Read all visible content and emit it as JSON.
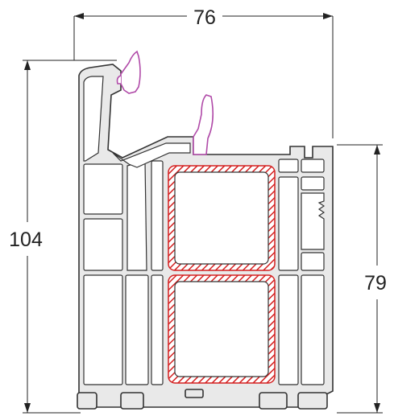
{
  "diagram": {
    "dimensions": {
      "width_top": "76",
      "height_left": "104",
      "height_right": "79"
    },
    "colors": {
      "profile_outline": "#333333",
      "profile_fill": "#e9e9e9",
      "steel_reinforcement": "#d42020",
      "gasket": "#b04aa8",
      "dimension_line": "#222222"
    }
  }
}
